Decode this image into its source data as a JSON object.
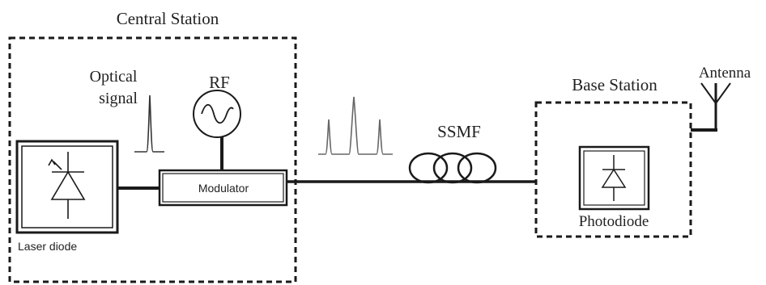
{
  "central_station": {
    "title": "Central Station"
  },
  "optical_signal": {
    "line1": "Optical",
    "line2": "signal"
  },
  "rf": {
    "label": "RF"
  },
  "modulator": {
    "label": "Modulator"
  },
  "laser": {
    "label": "Laser diode"
  },
  "fiber": {
    "label": "SSMF"
  },
  "base_station": {
    "title": "Base Station"
  },
  "photodiode": {
    "label": "Photodiode"
  },
  "antenna": {
    "label": "Antenna"
  },
  "colors": {
    "stroke": "#1a1a1a",
    "spectrum": "#666666",
    "text": "#222222"
  }
}
